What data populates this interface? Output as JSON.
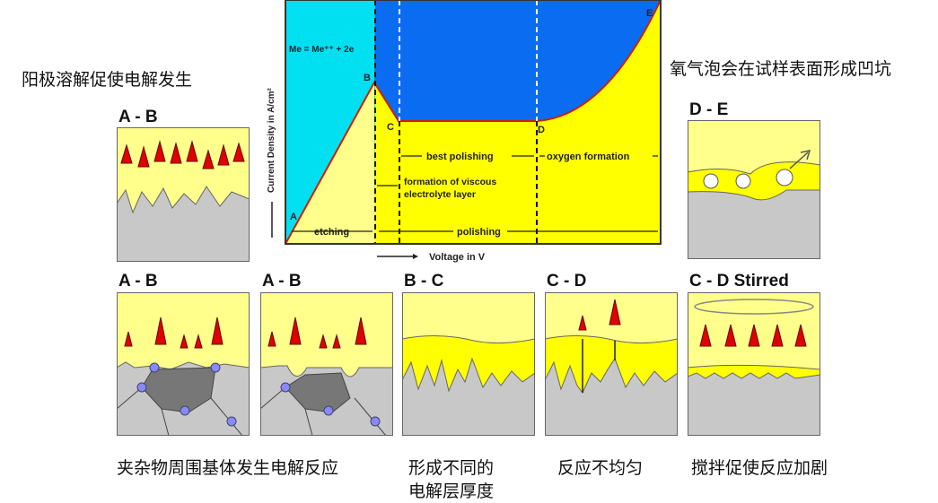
{
  "captions": {
    "top_left": "阳极溶解促使电解发生",
    "top_right": "氧气泡会在试样表面形成凹坑",
    "bottom": [
      "夹杂物周围基体发生电解反应",
      "形成不同的\n电解层厚度",
      "反应不均匀",
      "搅拌促使反应加剧"
    ],
    "bottom_2a": "形成不同的",
    "bottom_2b": "电解层厚度"
  },
  "panels": {
    "top_left": "A - B",
    "top_right": "D - E",
    "bottom": [
      "A - B",
      "A - B",
      "B - C",
      "C - D",
      "C - D Stirred"
    ]
  },
  "chart": {
    "y_axis_label": "Current Density in A/cm²",
    "x_axis_label": "Voltage in V",
    "equation": "Me = Me⁺⁺ + 2e",
    "points": [
      "A",
      "B",
      "C",
      "D",
      "E"
    ],
    "regions": {
      "etching": "etching",
      "polishing": "polishing",
      "best_polishing": "best polishing",
      "oxygen_formation": "oxygen formation",
      "viscous_1": "formation of viscous",
      "viscous_2": "electrolyte layer"
    },
    "colors": {
      "cyan": "#00e0f0",
      "blue": "#0a6cf0",
      "yellow": "#ffff00",
      "light_yellow": "#ffff8c",
      "curve": "#d02000"
    }
  }
}
